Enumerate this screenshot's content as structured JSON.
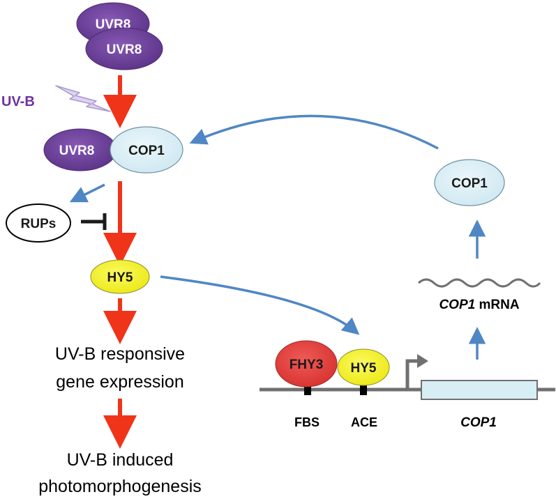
{
  "colors": {
    "uvr8": "#6a3f96",
    "uvr8_dark": "#4e2a75",
    "cop1": "#d8eef5",
    "hy5": "#f3f21e",
    "fhy3": "#e0403d",
    "red_arrow": "#f0341a",
    "blue_arrow": "#4f87c4",
    "uvb_label": "#7030a0",
    "lightning": "#d6c8ee",
    "gene_box": "#d8eef5",
    "dna": "#707070"
  },
  "nodes": {
    "uvr8_top": "UVR8",
    "uvr8_bottom": "UVR8",
    "uvb": "UV-B",
    "uvr8_complex": "UVR8",
    "cop1_complex": "COP1",
    "rups": "RUPs",
    "hy5": "HY5",
    "cop1_protein": "COP1",
    "fhy3_promoter": "FHY3",
    "hy5_promoter": "HY5"
  },
  "texts": {
    "responsive_line1": "UV-B responsive",
    "responsive_line2": "gene expression",
    "induced_line1": "UV-B induced",
    "induced_line2": "photomorphogenesis",
    "mrna_gene": "COP1",
    "mrna_suffix": " mRNA",
    "fbs": "FBS",
    "ace": "ACE",
    "gene_name": "COP1"
  },
  "icons": {
    "lightning": "lightning-bolt-icon",
    "inhibition": "inhibition-bar-icon",
    "promoter_arrow": "transcription-start-arrow-icon",
    "mrna_wave": "mrna-wave-icon"
  }
}
